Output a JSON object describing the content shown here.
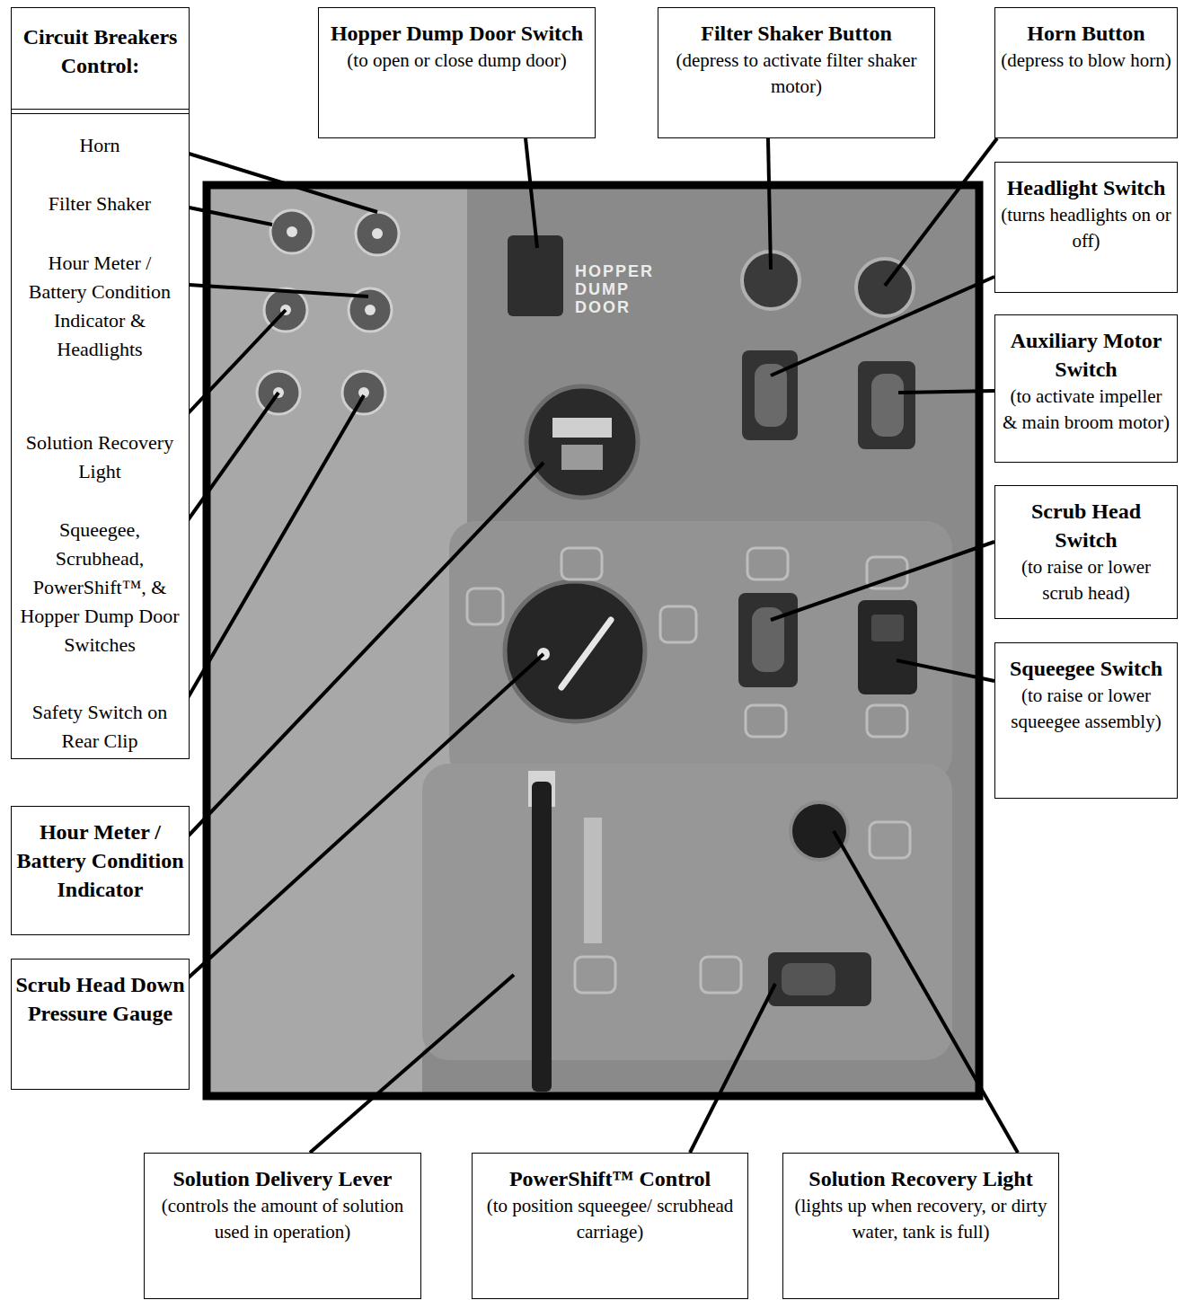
{
  "diagram": {
    "nodes": [
      {
        "text": [
          "Circuit Breakers Control:",
          "Horn",
          "Filter Shaker",
          "Hour Meter / Battery Condition Indicator & Headlights",
          "Solution Recovery Light",
          "Squeegee, Scrubhead, PowerShift™, & Hopper Dump Door Switches",
          "Safety Switch on Rear Clip"
        ]
      },
      {
        "text": [
          "Hopper Dump Door Switch",
          "(to open or close dump door)"
        ]
      },
      {
        "text": [
          "Filter Shaker Button",
          "(depress to activate filter shaker motor)"
        ]
      },
      {
        "text": [
          "Horn Button",
          "(depress to blow horn)"
        ]
      },
      {
        "text": [
          "Headlight Switch",
          "(turns headlights on or off)"
        ]
      },
      {
        "text": [
          "Auxiliary Motor Switch",
          "(to activate impeller & main broom motor)"
        ]
      },
      {
        "text": [
          "Scrub Head Switch",
          "(to raise or lower scrub head)"
        ]
      },
      {
        "text": [
          "Squeegee Switch",
          "(to raise or lower squeegee assembly)"
        ]
      },
      {
        "text": [
          "Hour Meter / Battery Condition Indicator"
        ]
      },
      {
        "text": [
          "Scrub Head Down Pressure Gauge"
        ]
      },
      {
        "text": [
          "Solution Delivery Lever",
          "(controls the amount of solution used in operation)"
        ]
      },
      {
        "text": [
          "PowerShift™ Control",
          "(to position squeegee/ scrubhead carriage)"
        ]
      },
      {
        "text": [
          "Solution Recovery Light",
          "(lights up when recovery, or dirty water, tank is full)"
        ]
      }
    ],
    "labels": [
      "HOPPER DUMP DOOR"
    ]
  }
}
